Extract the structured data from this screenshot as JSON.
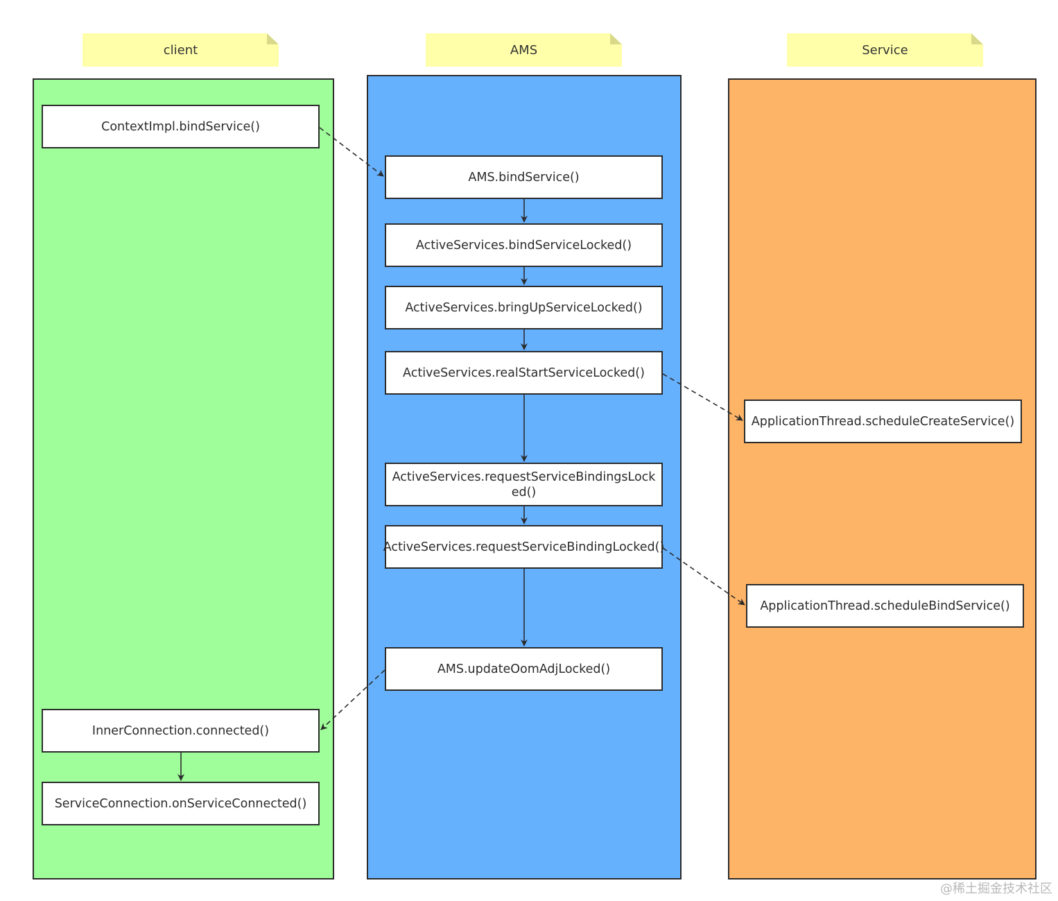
{
  "lanes": {
    "client": "client",
    "ams": "AMS",
    "service": "Service"
  },
  "colors": {
    "client_lane": "#9ffd9a",
    "ams_lane": "#66b1fe",
    "service_lane": "#feb467",
    "note": "#ffffaa"
  },
  "nodes": {
    "context_bind_service": "ContextImpl.bindService()",
    "ams_bind_service": "AMS.bindService()",
    "bind_service_locked": "ActiveServices.bindServiceLocked()",
    "bring_up_service_locked": "ActiveServices.bringUpServiceLocked()",
    "real_start_service_locked": "ActiveServices.realStartServiceLocked()",
    "request_service_bindings_locked": "ActiveServices.requestServiceBindingsLocked()",
    "request_service_binding_locked": "ActiveServices.requestServiceBindingLocked()",
    "update_oom_adj_locked": "AMS.updateOomAdjLocked()",
    "schedule_create_service": "ApplicationThread.scheduleCreateService()",
    "schedule_bind_service": "ApplicationThread.scheduleBindService()",
    "inner_connection_connected": "InnerConnection.connected()",
    "on_service_connected": "ServiceConnection.onServiceConnected()"
  },
  "watermark": "@稀土掘金技术社区"
}
